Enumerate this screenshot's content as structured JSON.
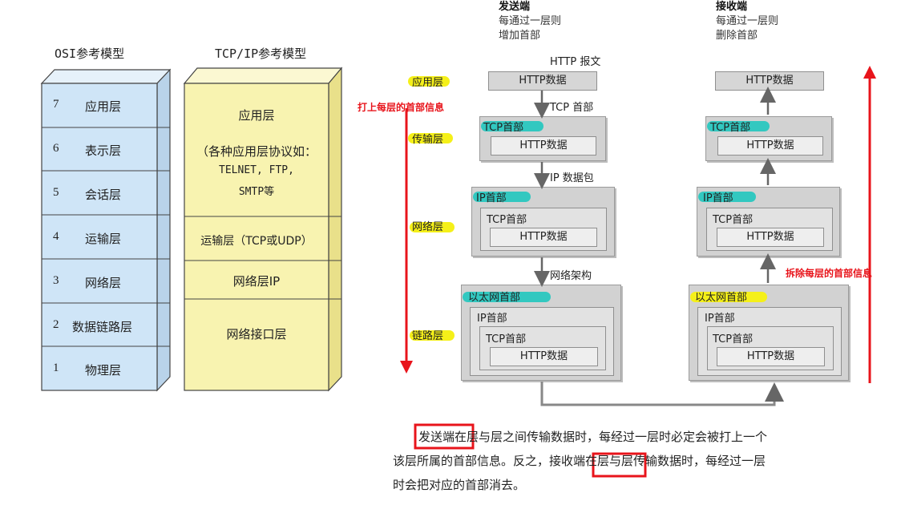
{
  "osi": {
    "title": "OSI参考模型",
    "layers": [
      {
        "num": "7",
        "name": "应用层"
      },
      {
        "num": "6",
        "name": "表示层"
      },
      {
        "num": "5",
        "name": "会话层"
      },
      {
        "num": "4",
        "name": "运输层"
      },
      {
        "num": "3",
        "name": "网络层"
      },
      {
        "num": "2",
        "name": "数据链路层"
      },
      {
        "num": "1",
        "name": "物理层"
      }
    ]
  },
  "tcpip": {
    "title": "TCP/IP参考模型",
    "app_line1": "应用层",
    "app_line2": "（各种应用层协议如：",
    "app_line3": "TELNET, FTP,",
    "app_line4": "SMTP等",
    "transport": "运输层（TCP或UDP）",
    "network": "网络层IP",
    "link": "网络接口层"
  },
  "sender": {
    "title": "发送端",
    "line1": "每通过一层则",
    "line2": "增加首部"
  },
  "receiver": {
    "title": "接收端",
    "line1": "每通过一层则",
    "line2": "删除首部"
  },
  "labels": {
    "http_msg": "HTTP 报文",
    "tcp_hdr_arrow": "TCP 首部",
    "ip_packet": "IP 数据包",
    "frame": "网络架构",
    "http_data": "HTTP数据",
    "tcp_hdr": "TCP首部",
    "ip_hdr": "IP首部",
    "eth_hdr": "以太网首部"
  },
  "layer_labels": [
    "应用层",
    "传输层",
    "网络层",
    "链路层"
  ],
  "annotations": {
    "left": "打上每层的首部信息",
    "right": "拆除每层的首部信息"
  },
  "paragraph": {
    "w1": "发送端",
    "t1": "在层与层之间传输数据时，每经过一层时必定会被打上一个",
    "t2": "该层所属的首部信息。反之，",
    "w2": "接收端",
    "t3": "在层与层传输数据时，每经过一层",
    "t4": "时会把对应的首部消去。"
  },
  "colors": {
    "osi_fill": "#cfe5f7",
    "tcpip_fill": "#f8f3b0",
    "highlight_yellow": "#f5f019",
    "highlight_teal": "#32c8c0",
    "red": "#e8141b"
  }
}
